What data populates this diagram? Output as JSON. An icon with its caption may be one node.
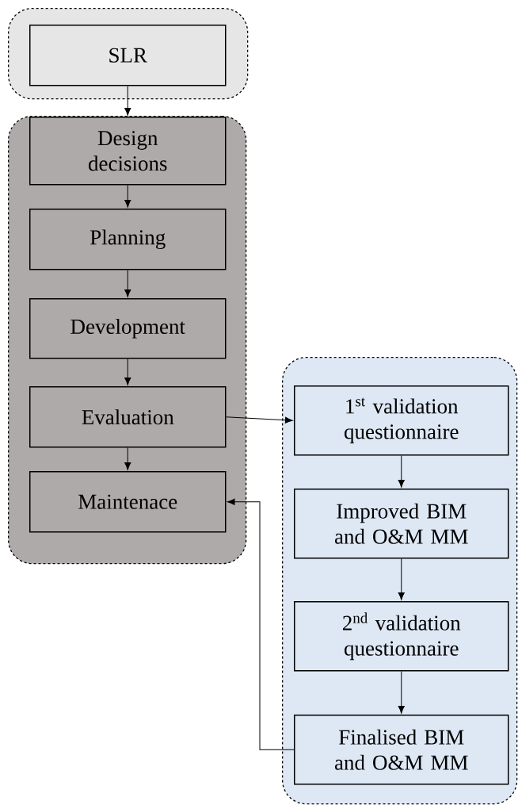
{
  "diagram": {
    "nodes": [
      {
        "text": [],
        "shape": "box"
      },
      {
        "text": [
          "SLR"
        ],
        "in": 0
      },
      {
        "text": [],
        "shape": "box"
      },
      {
        "text": [
          "Design decisions"
        ],
        "in": 2
      },
      {
        "text": [
          "Planning"
        ],
        "in": 2
      },
      {
        "text": [
          "Development"
        ],
        "in": 2
      },
      {
        "text": [
          "Evaluation"
        ],
        "in": 2
      },
      {
        "text": [
          "Maintenace"
        ],
        "in": 2
      },
      {
        "text": [],
        "shape": "box"
      },
      {
        "text": [
          "1$^{st}$ validation questionnaire"
        ],
        "in": 8
      },
      {
        "text": [
          "Improved BIM and O&M MM"
        ],
        "in": 8
      },
      {
        "text": [
          "2$^{nd}$ validation questionnaire"
        ],
        "in": 8
      },
      {
        "text": [
          "Finalised BIM and O&M MM"
        ],
        "in": 8
      }
    ],
    "edges": [
      {
        "from": 1,
        "to": 3,
        "arrow": "to"
      },
      {
        "from": 3,
        "to": 4,
        "arrow": "to"
      },
      {
        "from": 4,
        "to": 5,
        "arrow": "to"
      },
      {
        "from": 5,
        "to": 6,
        "arrow": "to"
      },
      {
        "from": 6,
        "to": 7,
        "arrow": "to"
      },
      {
        "from": 6,
        "to": 9,
        "arrow": "to"
      },
      {
        "from": 9,
        "to": 10,
        "arrow": "to"
      },
      {
        "from": 10,
        "to": 11,
        "arrow": "to"
      },
      {
        "from": 11,
        "to": 12,
        "arrow": "to"
      },
      {
        "from": 12,
        "to": 7,
        "arrow": "to"
      }
    ]
  }
}
